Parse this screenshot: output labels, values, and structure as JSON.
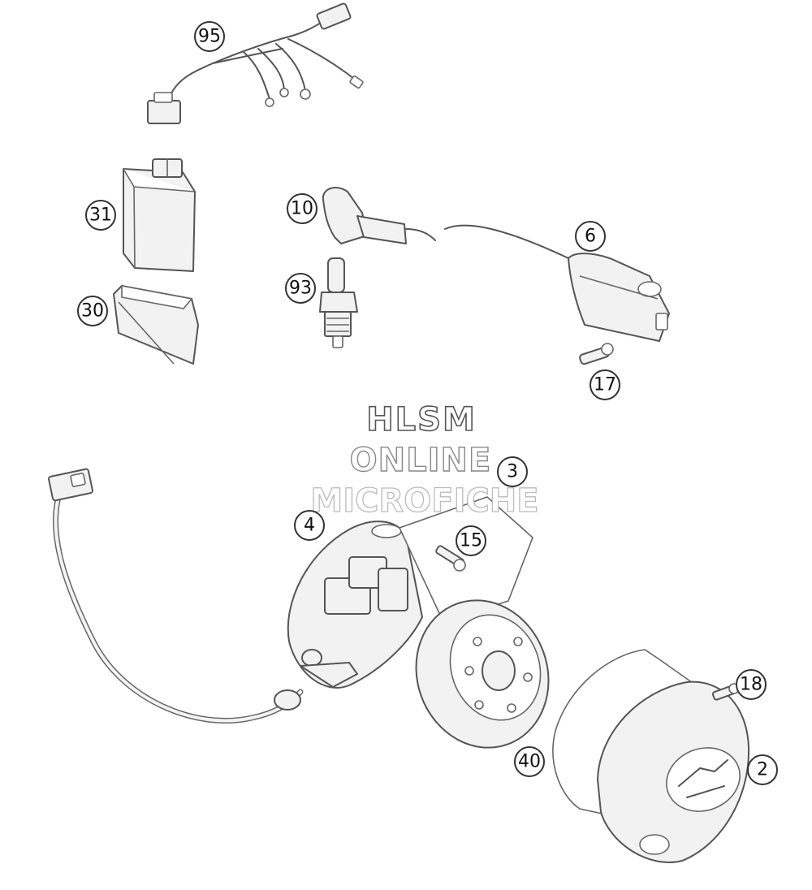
{
  "watermark": {
    "line1": "HLSM",
    "line2": "ONLINE",
    "line3": "MICROFICHE"
  },
  "callouts": [
    {
      "id": "95",
      "label": "95"
    },
    {
      "id": "31",
      "label": "31"
    },
    {
      "id": "30",
      "label": "30"
    },
    {
      "id": "10",
      "label": "10"
    },
    {
      "id": "93",
      "label": "93"
    },
    {
      "id": "6",
      "label": "6"
    },
    {
      "id": "17",
      "label": "17"
    },
    {
      "id": "3",
      "label": "3"
    },
    {
      "id": "4",
      "label": "4"
    },
    {
      "id": "15",
      "label": "15"
    },
    {
      "id": "18",
      "label": "18"
    },
    {
      "id": "40",
      "label": "40"
    },
    {
      "id": "2",
      "label": "2"
    }
  ]
}
